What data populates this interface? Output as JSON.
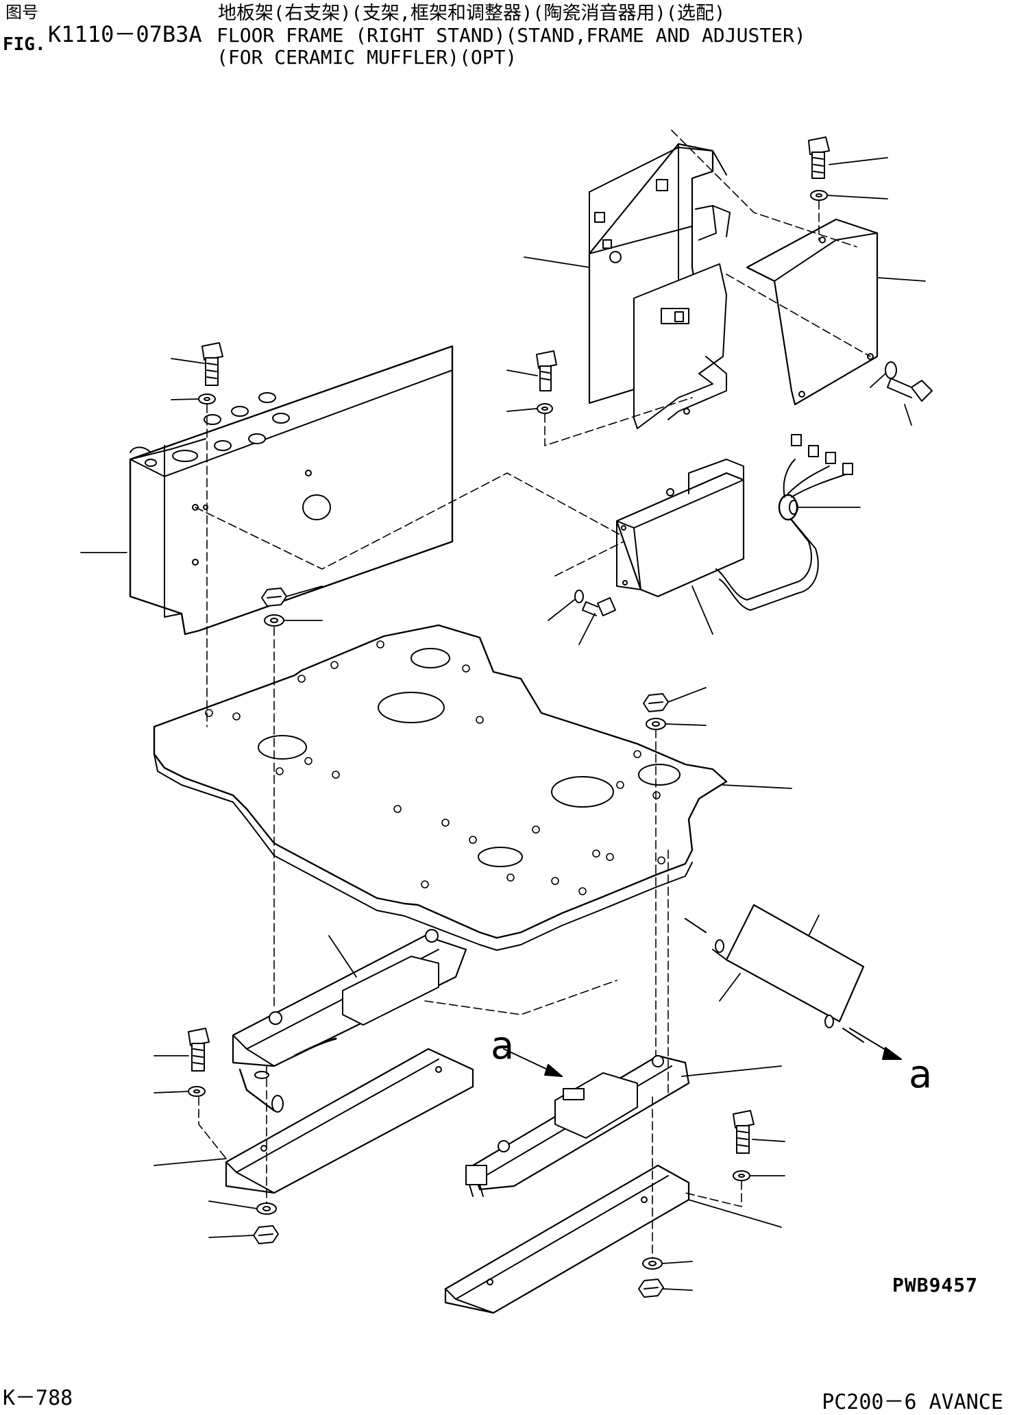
{
  "header": {
    "fig_label_cn": "图号",
    "fig_label_en": "FIG.",
    "fig_number": "K1110－07B3A",
    "title_cn": "地板架(右支架)(支架,框架和调整器)(陶瓷消音器用)(选配)",
    "title_en_line1": "FLOOR FRAME (RIGHT STAND)(STAND,FRAME AND ADJUSTER)",
    "title_en_line2": "(FOR CERAMIC MUFFLER)(OPT)"
  },
  "drawing": {
    "callout_a_left": "a",
    "callout_a_right": "a",
    "drawing_code": "PWB9457"
  },
  "footer": {
    "page": "K－788",
    "model": "PC200－6 AVANCE"
  }
}
